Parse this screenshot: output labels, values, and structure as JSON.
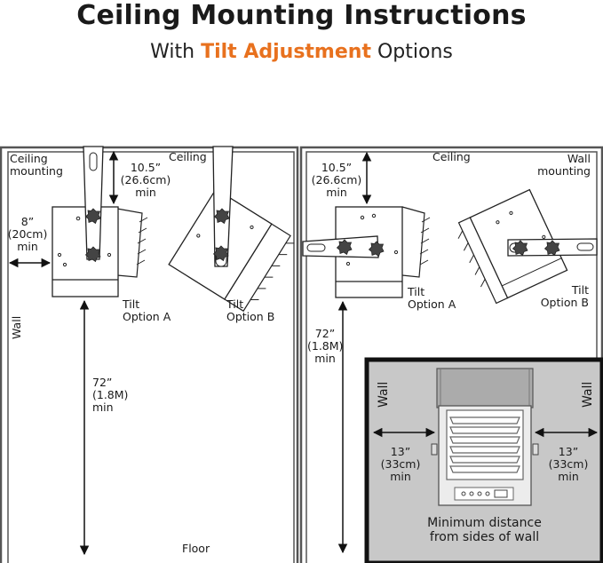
{
  "header": {
    "title": "Ceiling Mounting Instructions",
    "subtitle_prefix": "With ",
    "subtitle_accent": "Tilt Adjustment",
    "subtitle_suffix": " Options",
    "accent_color": "#e8711e"
  },
  "left_panel": {
    "ceiling_mounting": [
      "Ceiling",
      "mounting"
    ],
    "ceiling": "Ceiling",
    "top_clearance": [
      "10.5”",
      "(26.6cm)",
      "min"
    ],
    "side_clearance": [
      "8”",
      "(20cm)",
      "min"
    ],
    "wall": "Wall",
    "tilt_a": [
      "Tilt",
      "Option A"
    ],
    "tilt_b": [
      "Tilt",
      "Option B"
    ],
    "floor_clearance": [
      "72”",
      "(1.8M)",
      "min"
    ],
    "floor": "Floor"
  },
  "right_panel": {
    "top_clearance": [
      "10.5”",
      "(26.6cm)",
      "min"
    ],
    "ceiling": "Ceiling",
    "wall_mounting": [
      "Wall",
      "mounting"
    ],
    "tilt_a": [
      "Tilt",
      "Option A"
    ],
    "tilt_b": [
      "Tilt",
      "Option B"
    ],
    "floor_clearance": [
      "72”",
      "(1.8M)",
      "min"
    ]
  },
  "inset": {
    "wall_left": "Wall",
    "wall_right": "Wall",
    "left_clearance": [
      "13”",
      "(33cm)",
      "min"
    ],
    "right_clearance": [
      "13”",
      "(33cm)",
      "min"
    ],
    "caption": [
      "Minimum distance",
      "from sides of wall"
    ],
    "background_color": "#c8c8c8"
  }
}
